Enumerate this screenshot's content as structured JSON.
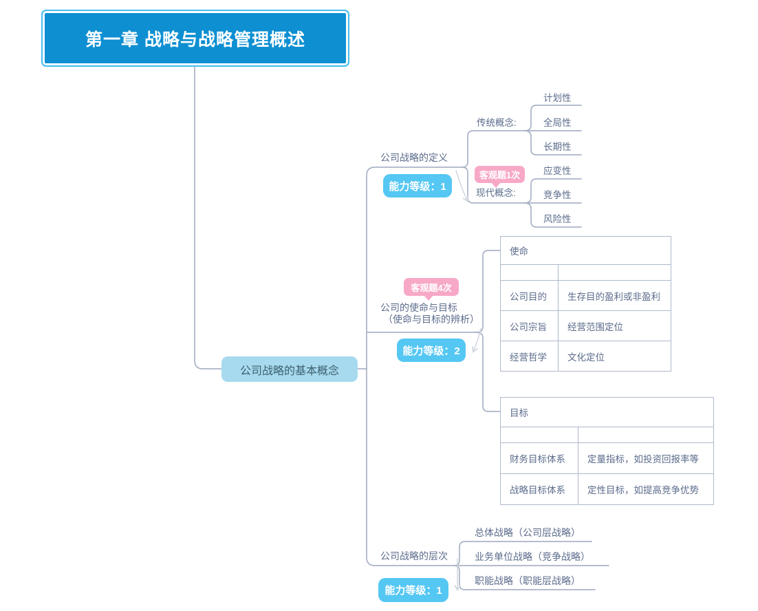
{
  "colors": {
    "root_fill": "#0d8fd2",
    "root_outline": "#44bef0",
    "main_topic_fill": "#a7daee",
    "badge_blue": "#55c7f3",
    "callout_pink": "#f8a8c7",
    "branch_line": "#a9b3c7",
    "faint_arrow": "#d0d6df",
    "text": "#5c6c8c",
    "table_border": "#aeb8cc"
  },
  "title": "第一章 战略与战略管理概述",
  "main_topic": "公司战略的基本概念",
  "branch_definition": {
    "label": "公司战略的定义",
    "level_badge": "能力等级：1",
    "traditional": {
      "label": "传统概念:",
      "children": [
        "计划性",
        "全局性",
        "长期性"
      ]
    },
    "modern": {
      "label": "现代概念:",
      "callout": "客观题1次",
      "children": [
        "应变性",
        "竞争性",
        "风险性"
      ]
    }
  },
  "branch_mission": {
    "label_line1": "公司的使命与目标",
    "label_line2": "（使命与目标的辨析）",
    "callout": "客观题4次",
    "level_badge": "能力等级：2",
    "mission_table": {
      "header": "使命",
      "rows": [
        {
          "key": "公司目的",
          "value": "生存目的盈利或非盈利"
        },
        {
          "key": "公司宗旨",
          "value": "经营范围定位"
        },
        {
          "key": "经营哲学",
          "value": "文化定位"
        }
      ]
    },
    "goal_table": {
      "header": "目标",
      "rows": [
        {
          "key": "财务目标体系",
          "value": "定量指标，如投资回报率等"
        },
        {
          "key": "战略目标体系",
          "value": "定性目标，如提高竞争优势"
        }
      ]
    }
  },
  "branch_levels": {
    "label": "公司战略的层次",
    "level_badge": "能力等级：1",
    "children": [
      "总体战略（公司层战略）",
      "业务单位战略（竞争战略）",
      "职能战略（职能层战略）"
    ]
  }
}
